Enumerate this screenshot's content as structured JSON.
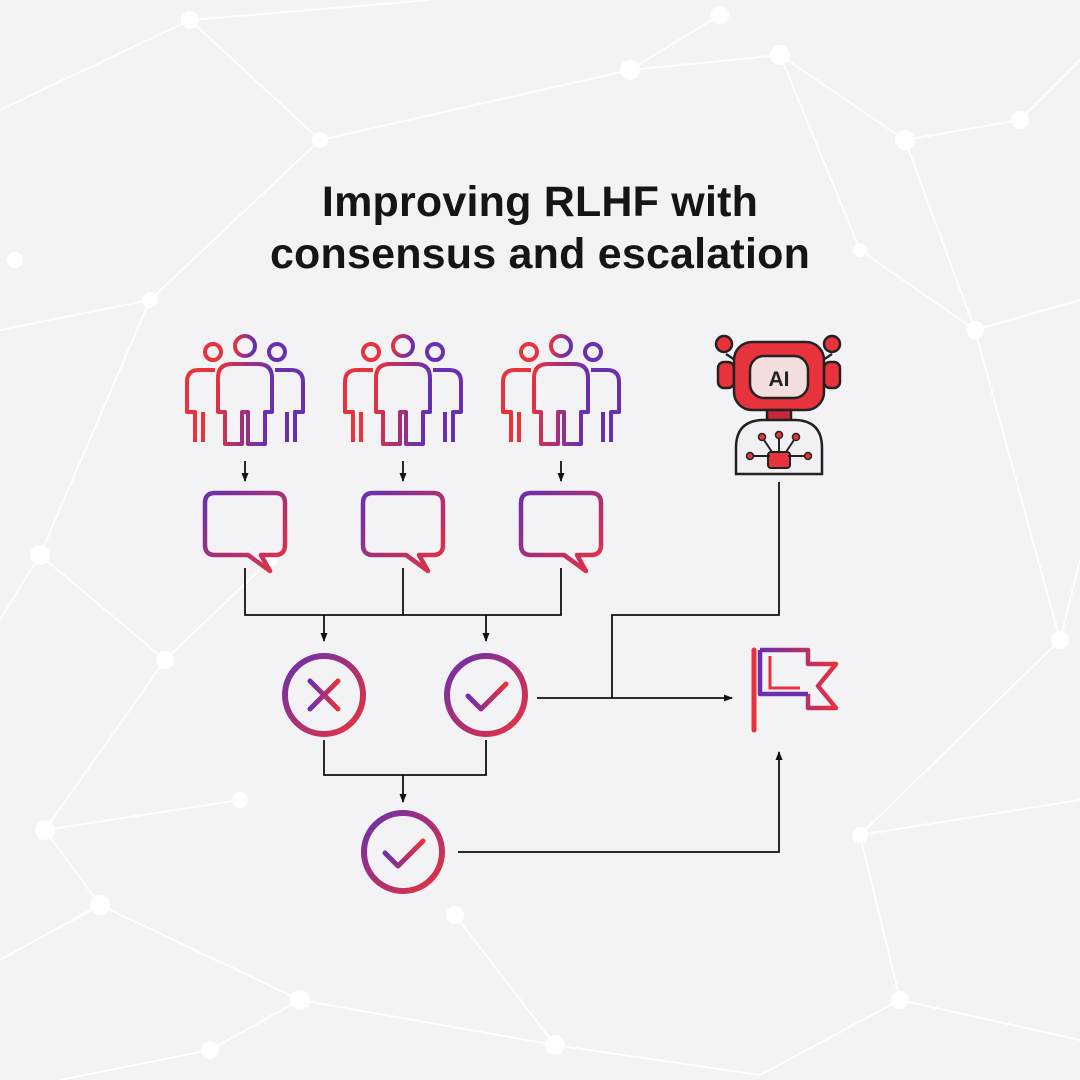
{
  "title": {
    "line1": "Improving RLHF with",
    "line2": "consensus and escalation"
  },
  "robot": {
    "badge": "AI"
  },
  "colors": {
    "gradient_start": "#e8323c",
    "gradient_end": "#6a2fae",
    "connector": "#111111",
    "background": "#f3f3f5"
  },
  "icons": {
    "groups": [
      "people-group-icon",
      "people-group-icon",
      "people-group-icon"
    ],
    "feedback": [
      "chat-bubble-icon",
      "chat-bubble-icon",
      "chat-bubble-icon"
    ],
    "decisions": [
      "reject-x-icon",
      "approve-check-icon"
    ],
    "final": "approve-check-icon",
    "escalation": "flag-icon",
    "ai": "robot-icon"
  }
}
